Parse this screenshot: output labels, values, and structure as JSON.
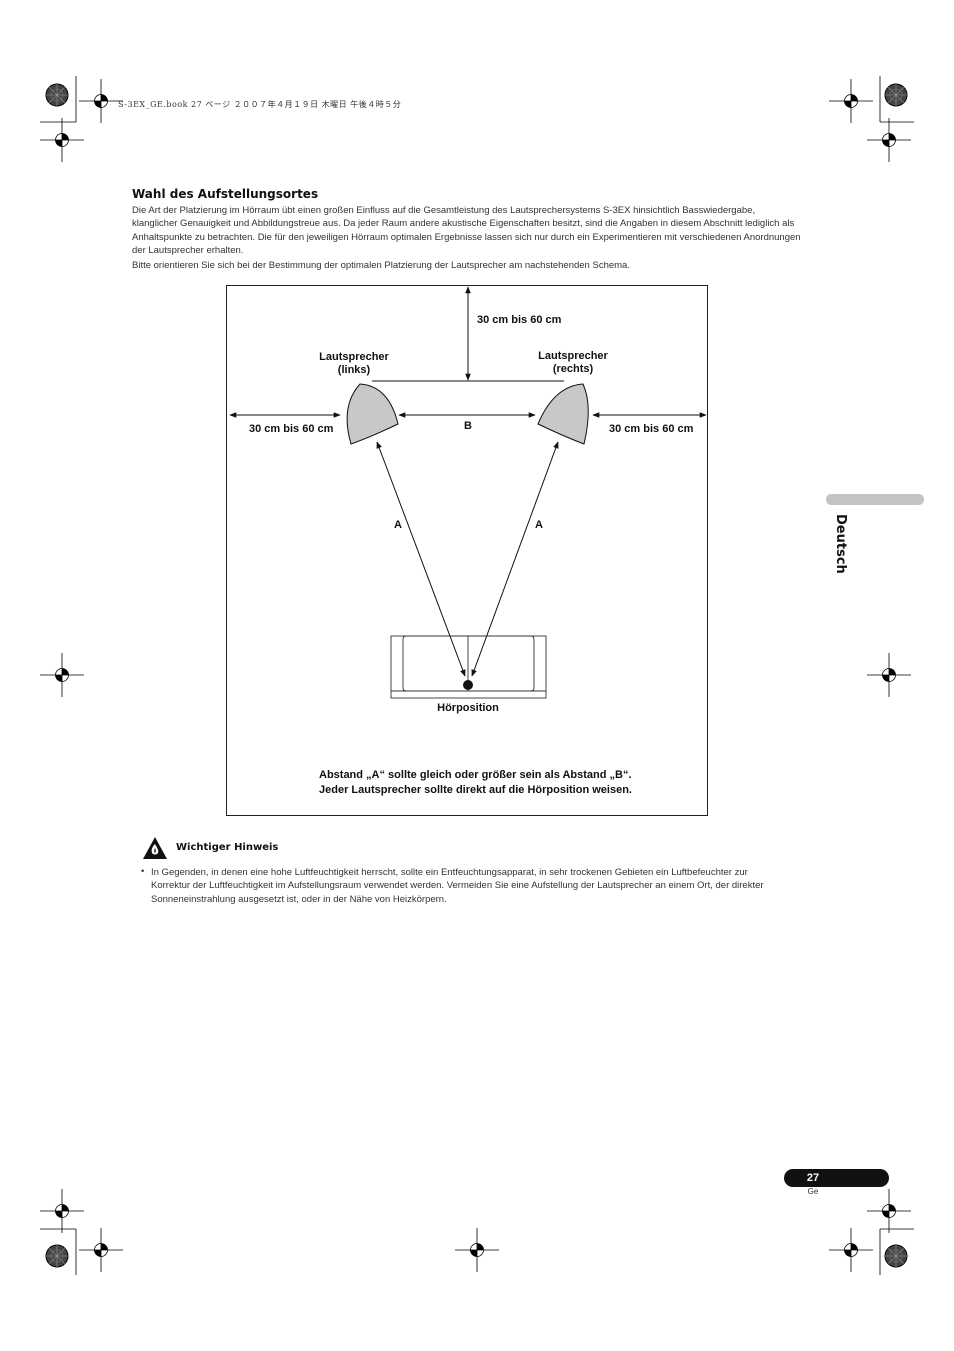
{
  "print_header": "S-3EX_GE.book  27 ページ  ２００７年４月１９日  木曜日  午後４時５分",
  "section": {
    "title": "Wahl des Aufstellungsortes",
    "para1": "Die Art der Platzierung im Hörraum übt einen großen Einfluss auf die Gesamtleistung des Lautsprechersystems S-3EX hinsichtlich Basswiedergabe, klanglicher Genauigkeit und Abbildungstreue aus. Da jeder Raum andere akustische Eigenschaften besitzt, sind die Angaben in diesem Abschnitt lediglich als Anhaltspunkte zu betrachten. Die für den jeweiligen Hörraum optimalen Ergebnisse lassen sich nur durch ein Experimentieren mit verschiedenen Anordnungen der Lautsprecher erhalten.",
    "para2": "Bitte orientieren Sie sich bei der Bestimmung der optimalen Platzierung der Lautsprecher am nachstehenden Schema."
  },
  "diagram": {
    "top_distance": "30 cm bis 60 cm",
    "left_distance": "30 cm bis 60 cm",
    "right_distance": "30 cm bis 60 cm",
    "speaker_left_line1": "Lautsprecher",
    "speaker_left_line2": "(links)",
    "speaker_right_line1": "Lautsprecher",
    "speaker_right_line2": "(rechts)",
    "label_b": "B",
    "label_a_left": "A",
    "label_a_right": "A",
    "listening_position": "Hörposition",
    "caption_line1": "Abstand „A“ sollte gleich oder größer sein als Abstand „B“.",
    "caption_line2": "Jeder Lautsprecher sollte direkt auf die Hörposition weisen."
  },
  "note": {
    "title": "Wichtiger Hinweis",
    "bullet": "•",
    "text": "In Gegenden, in denen eine hohe Luftfeuchtigkeit herrscht, sollte ein Entfeuchtungsapparat, in sehr trockenen Gebieten ein Luftbefeuchter zur Korrektur der Luftfeuchtigkeit im Aufstellungsraum verwendet werden. Vermeiden Sie eine Aufstellung der Lautsprecher an einem Ort, der direkter Sonneneinstrahlung ausgesetzt ist, oder in der Nähe von Heizkörpern."
  },
  "language_tab": "Deutsch",
  "page": {
    "number": "27",
    "lang_code": "Ge"
  },
  "colors": {
    "speaker_fill": "#c8c8c8",
    "tab_gray": "#c4c4c4",
    "pill_black": "#111111"
  }
}
